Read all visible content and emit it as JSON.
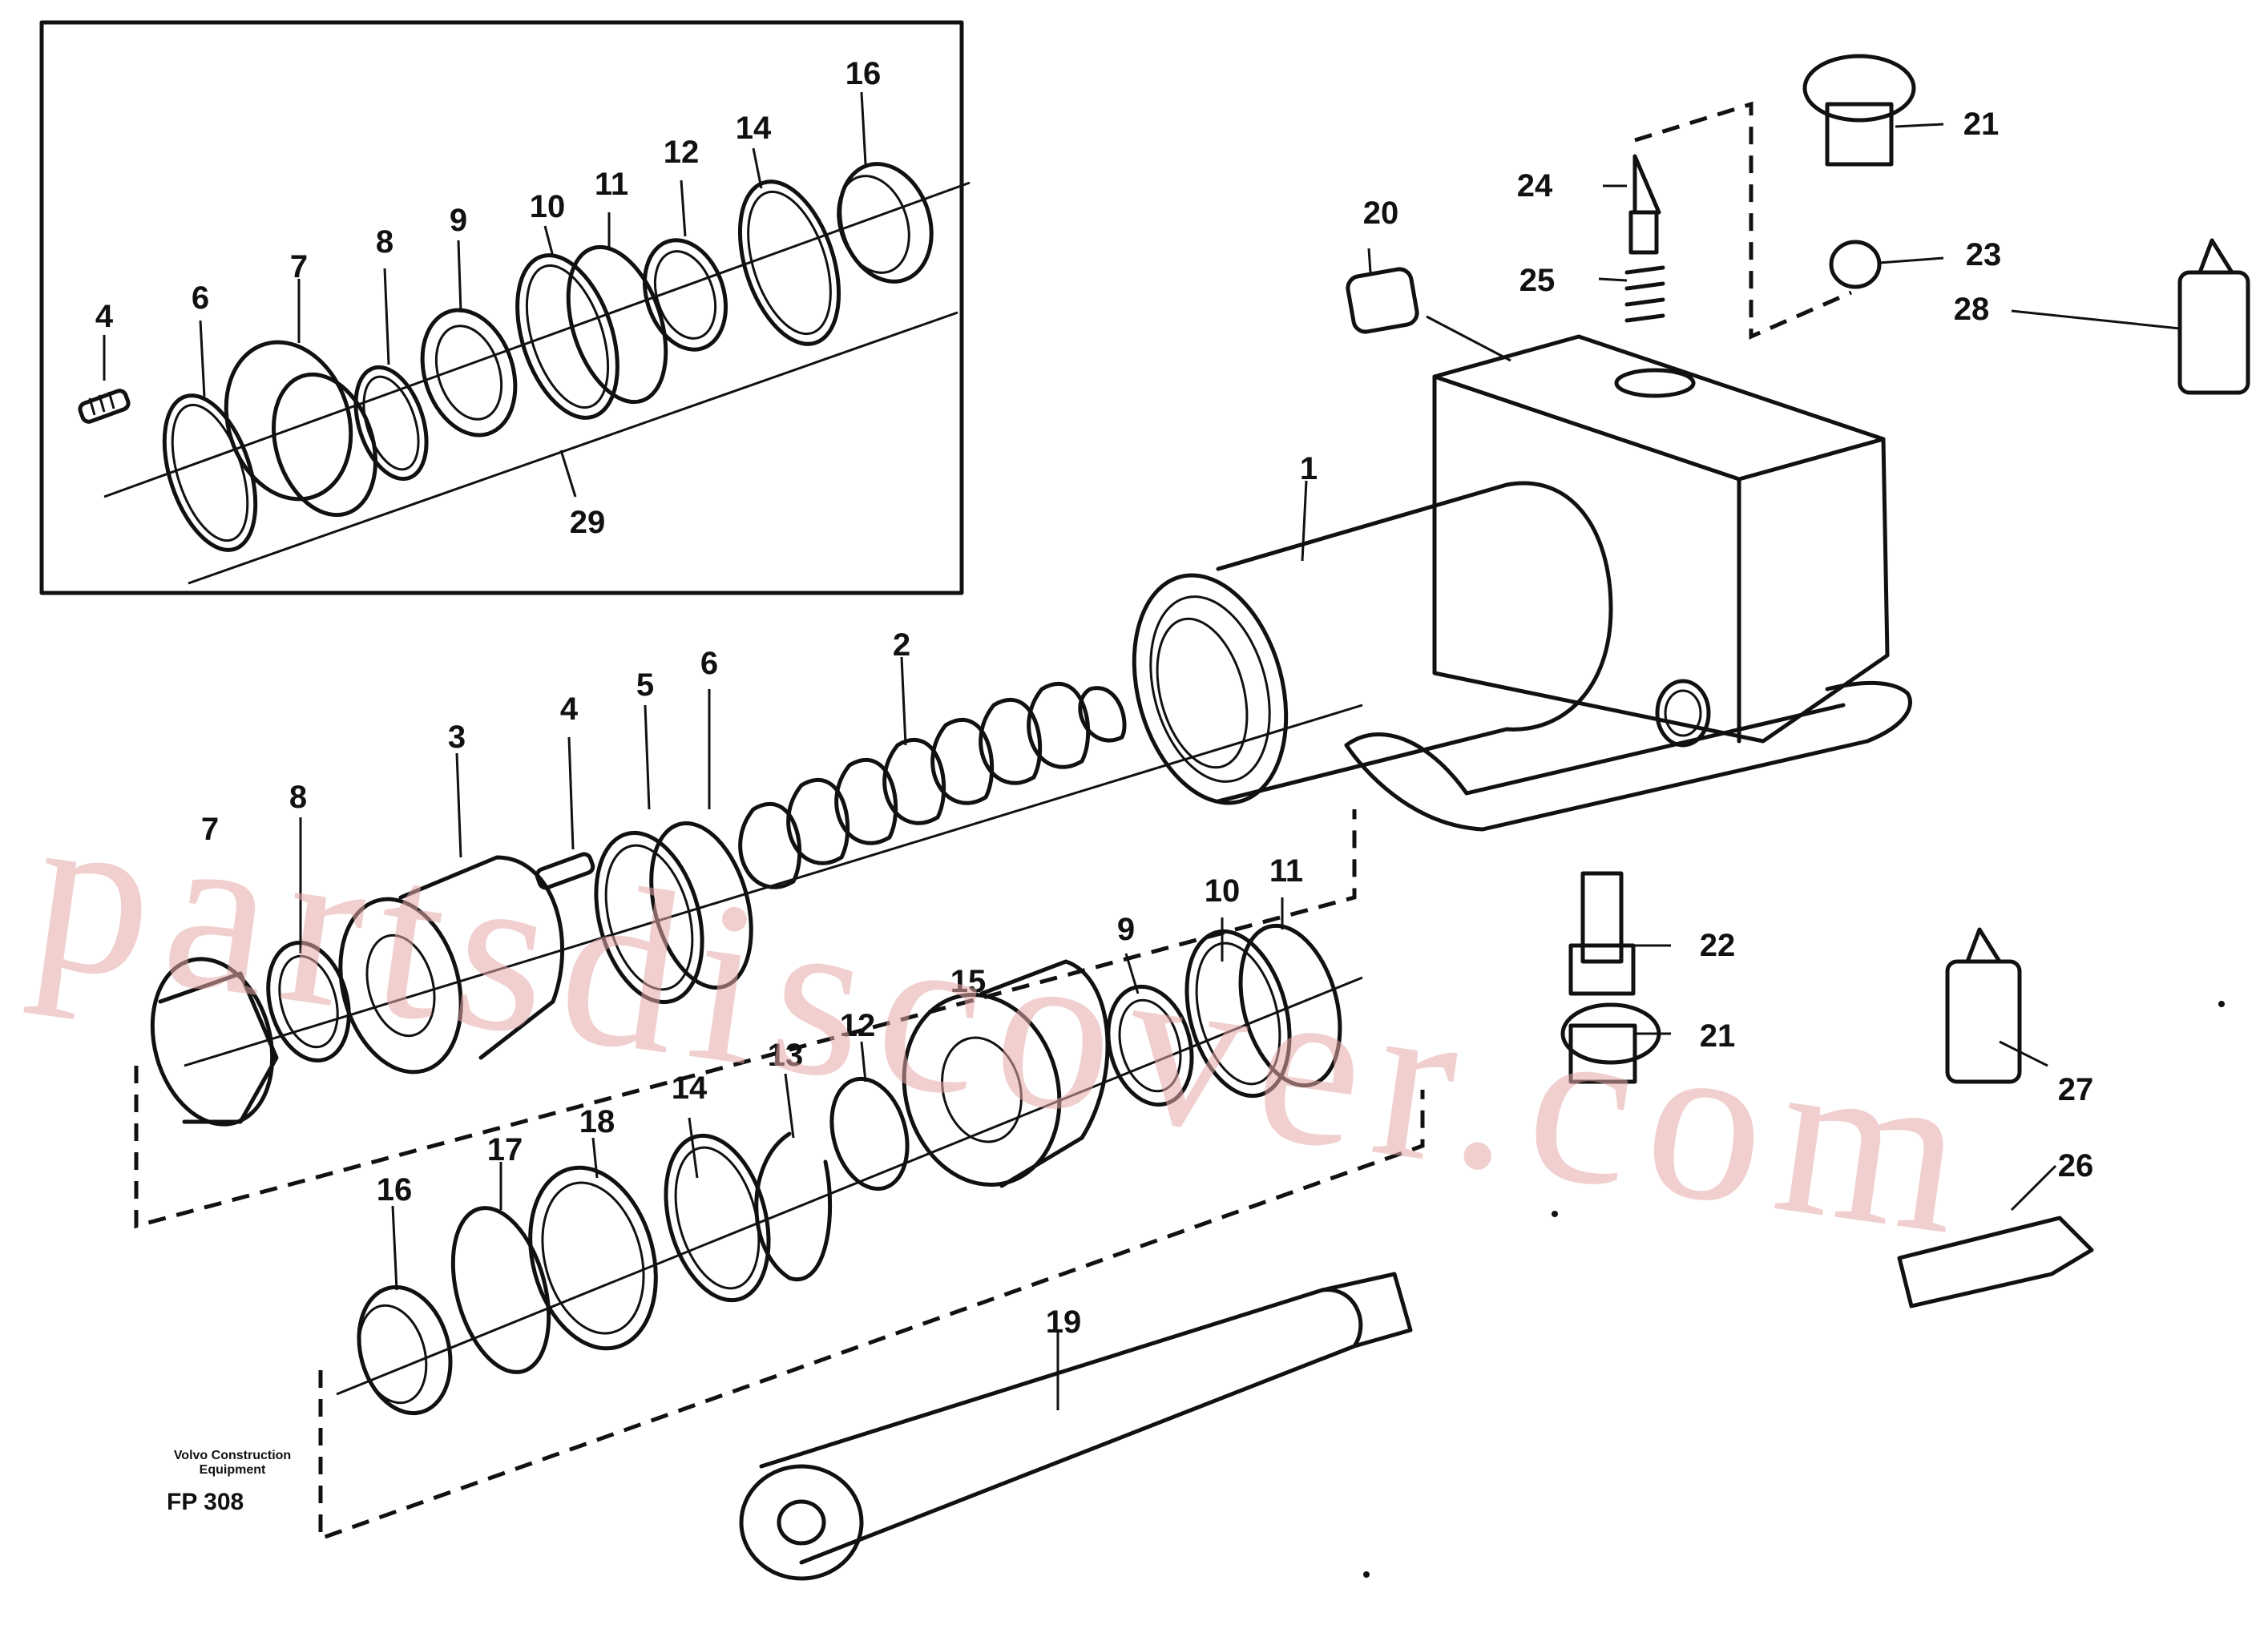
{
  "figure": {
    "brand_line1": "Volvo Construction",
    "brand_line2": "Equipment",
    "figure_code": "FP 308",
    "watermark": "partsdiscover.com"
  },
  "callouts": [
    {
      "id": "inset-16",
      "text": "16"
    },
    {
      "id": "inset-14",
      "text": "14"
    },
    {
      "id": "inset-12",
      "text": "12"
    },
    {
      "id": "inset-11",
      "text": "11"
    },
    {
      "id": "inset-10",
      "text": "10"
    },
    {
      "id": "inset-9",
      "text": "9"
    },
    {
      "id": "inset-8",
      "text": "8"
    },
    {
      "id": "inset-7",
      "text": "7"
    },
    {
      "id": "inset-6",
      "text": "6"
    },
    {
      "id": "inset-4",
      "text": "4"
    },
    {
      "id": "inset-29",
      "text": "29"
    },
    {
      "id": "main-1",
      "text": "1"
    },
    {
      "id": "main-2",
      "text": "2"
    },
    {
      "id": "main-3",
      "text": "3"
    },
    {
      "id": "main-4",
      "text": "4"
    },
    {
      "id": "main-5",
      "text": "5"
    },
    {
      "id": "main-6",
      "text": "6"
    },
    {
      "id": "main-7",
      "text": "7"
    },
    {
      "id": "main-8",
      "text": "8"
    },
    {
      "id": "main-9",
      "text": "9"
    },
    {
      "id": "main-10",
      "text": "10"
    },
    {
      "id": "main-11",
      "text": "11"
    },
    {
      "id": "main-12",
      "text": "12"
    },
    {
      "id": "main-13",
      "text": "13"
    },
    {
      "id": "main-14",
      "text": "14"
    },
    {
      "id": "main-15",
      "text": "15"
    },
    {
      "id": "main-16",
      "text": "16"
    },
    {
      "id": "main-17",
      "text": "17"
    },
    {
      "id": "main-18",
      "text": "18"
    },
    {
      "id": "main-19",
      "text": "19"
    },
    {
      "id": "main-20",
      "text": "20"
    },
    {
      "id": "main-21a",
      "text": "21"
    },
    {
      "id": "main-21b",
      "text": "21"
    },
    {
      "id": "main-22",
      "text": "22"
    },
    {
      "id": "main-23",
      "text": "23"
    },
    {
      "id": "main-24",
      "text": "24"
    },
    {
      "id": "main-25",
      "text": "25"
    },
    {
      "id": "main-26",
      "text": "26"
    },
    {
      "id": "main-27",
      "text": "27"
    },
    {
      "id": "main-28",
      "text": "28"
    }
  ]
}
